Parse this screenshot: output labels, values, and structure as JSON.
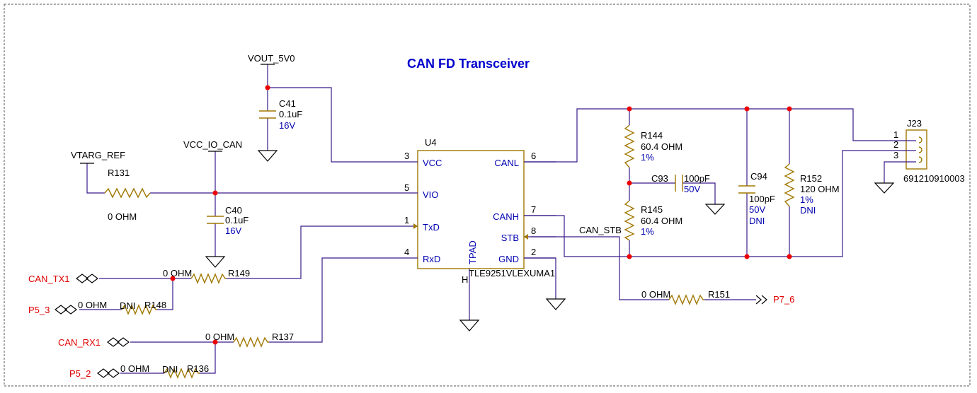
{
  "title": "CAN FD Transceiver",
  "ic": {
    "ref": "U4",
    "part": "TLE9251VLEXUMA1",
    "pad_label": "TPAD",
    "pins": [
      {
        "num": "3",
        "name": "VCC"
      },
      {
        "num": "5",
        "name": "VIO"
      },
      {
        "num": "1",
        "name": "TxD"
      },
      {
        "num": "4",
        "name": "RxD"
      },
      {
        "num": "6",
        "name": "CANL"
      },
      {
        "num": "7",
        "name": "CANH"
      },
      {
        "num": "8",
        "name": "STB"
      },
      {
        "num": "2",
        "name": "GND"
      }
    ],
    "pad_pin": "H"
  },
  "nets": {
    "vout": "VOUT_5V0",
    "vcc_io": "VCC_IO_CAN",
    "vtarg": "VTARG_REF",
    "can_stb": "CAN_STB"
  },
  "caps": {
    "c41": {
      "ref": "C41",
      "value": "0.1uF",
      "voltage": "16V"
    },
    "c40": {
      "ref": "C40",
      "value": "0.1uF",
      "voltage": "16V"
    },
    "c93": {
      "ref": "C93",
      "value": "100pF",
      "voltage": "50V"
    },
    "c94": {
      "ref": "C94",
      "value": "100pF",
      "voltage": "50V",
      "note": "DNI"
    }
  },
  "resistors": {
    "r131": {
      "ref": "R131",
      "value": "0 OHM"
    },
    "r149": {
      "ref": "R149",
      "value": "0 OHM"
    },
    "r148": {
      "ref": "R148",
      "value": "0 OHM",
      "note": "DNI"
    },
    "r137": {
      "ref": "R137",
      "value": "0 OHM"
    },
    "r136": {
      "ref": "R136",
      "value": "0 OHM",
      "note": "DNI"
    },
    "r151": {
      "ref": "R151",
      "value": "0 OHM"
    },
    "r144": {
      "ref": "R144",
      "value": "60.4 OHM",
      "tol": "1%"
    },
    "r145": {
      "ref": "R145",
      "value": "60.4 OHM",
      "tol": "1%"
    },
    "r152": {
      "ref": "R152",
      "value": "120 OHM",
      "tol": "1%",
      "note": "DNI"
    }
  },
  "connector": {
    "ref": "J23",
    "part": "691210910003",
    "pins": [
      "1",
      "2",
      "3"
    ]
  },
  "ports": {
    "can_tx1": "CAN_TX1",
    "p5_3": "P5_3",
    "can_rx1": "CAN_RX1",
    "p5_2": "P5_2",
    "p7_6": "P7_6"
  }
}
